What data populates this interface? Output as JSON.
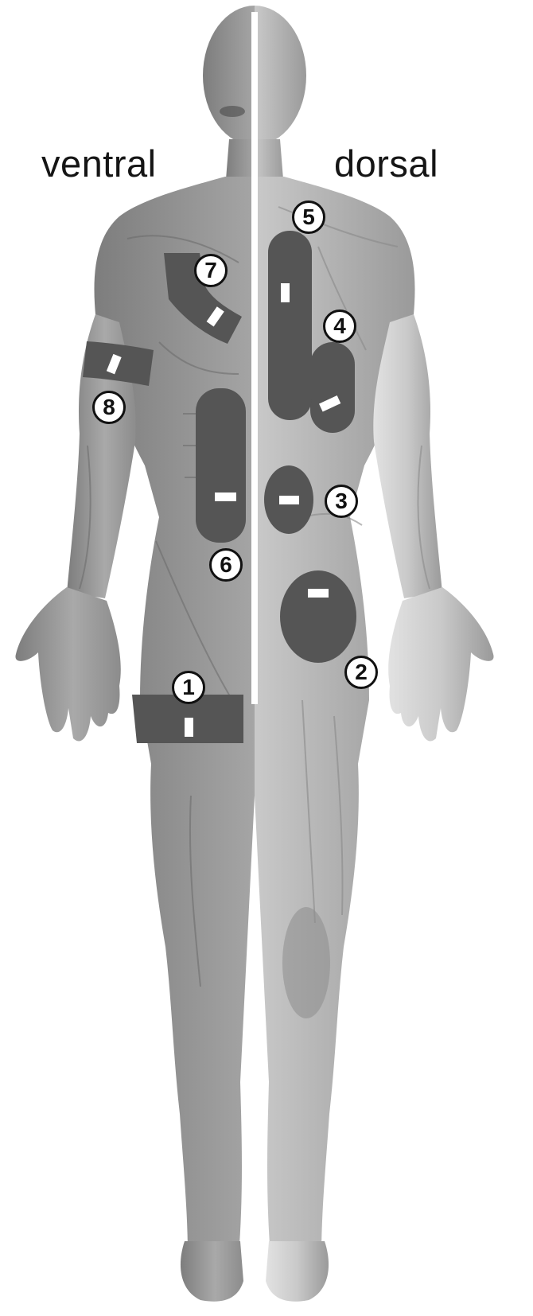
{
  "labels": {
    "ventral": "ventral",
    "dorsal": "dorsal"
  },
  "colors": {
    "background": "#ffffff",
    "skin_front": "#9a9a9a",
    "skin_back": "#c7c7c7",
    "skin_shadow": "#6e6e6e",
    "electrode_pad": "#555555",
    "pad_tab": "#ffffff",
    "divider": "#ffffff",
    "marker_fill": "#ffffff",
    "marker_outline": "#111111"
  },
  "sites": [
    {
      "id": "1",
      "label": "1",
      "view": "ventral",
      "region": "thigh",
      "pad_shape": "band"
    },
    {
      "id": "2",
      "label": "2",
      "view": "dorsal",
      "region": "buttock",
      "pad_shape": "oval"
    },
    {
      "id": "3",
      "label": "3",
      "view": "dorsal",
      "region": "lower-back",
      "pad_shape": "circle"
    },
    {
      "id": "4",
      "label": "4",
      "view": "dorsal",
      "region": "flank",
      "pad_shape": "oval"
    },
    {
      "id": "5",
      "label": "5",
      "view": "dorsal",
      "region": "upper-back",
      "pad_shape": "oblong"
    },
    {
      "id": "6",
      "label": "6",
      "view": "ventral",
      "region": "abdomen",
      "pad_shape": "oblong"
    },
    {
      "id": "7",
      "label": "7",
      "view": "ventral",
      "region": "chest",
      "pad_shape": "bent-strip"
    },
    {
      "id": "8",
      "label": "8",
      "view": "ventral",
      "region": "upper-arm",
      "pad_shape": "band"
    }
  ]
}
